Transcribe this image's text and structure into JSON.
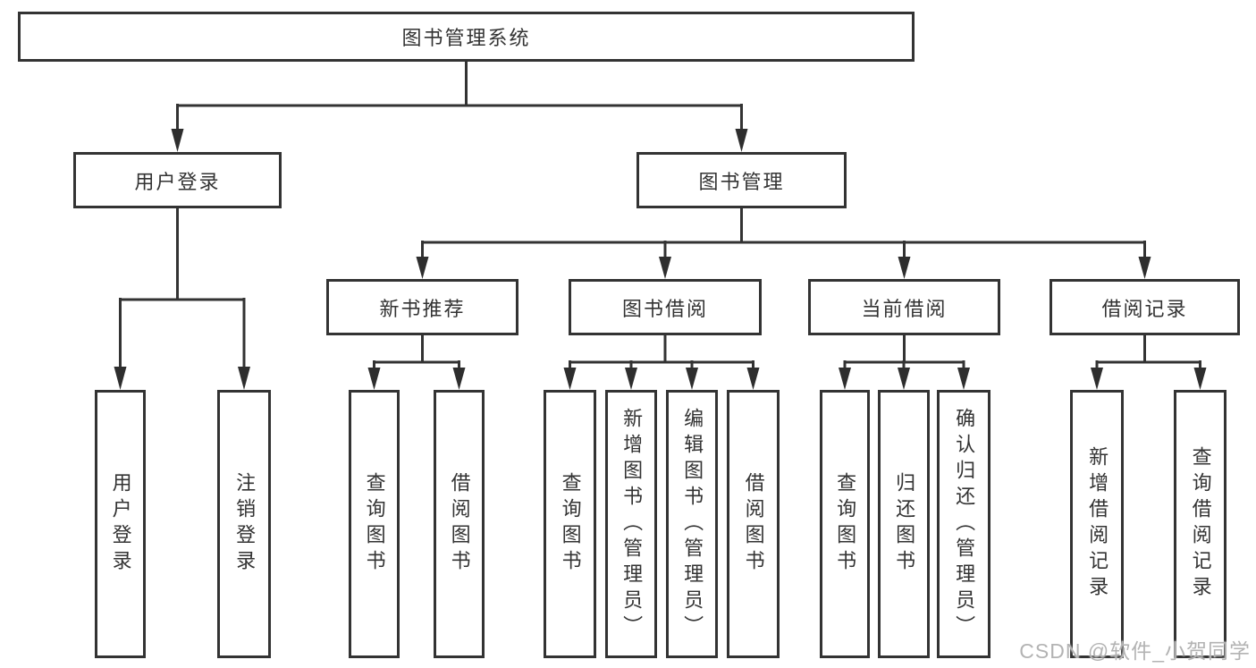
{
  "diagram": {
    "tree": {
      "label": "图书管理系统",
      "children": [
        {
          "label": "用户登录",
          "children": [
            {
              "label": "用户登录"
            },
            {
              "label": "注销登录"
            }
          ]
        },
        {
          "label": "图书管理",
          "children": [
            {
              "label": "新书推荐",
              "children": [
                {
                  "label": "查询图书"
                },
                {
                  "label": "借阅图书"
                }
              ]
            },
            {
              "label": "图书借阅",
              "children": [
                {
                  "label": "查询图书"
                },
                {
                  "label": "新增图书（管理员）"
                },
                {
                  "label": "编辑图书（管理员）"
                },
                {
                  "label": "借阅图书"
                }
              ]
            },
            {
              "label": "当前借阅",
              "children": [
                {
                  "label": "查询图书"
                },
                {
                  "label": "归还图书"
                },
                {
                  "label": "确认归还（管理员）"
                }
              ]
            },
            {
              "label": "借阅记录",
              "children": [
                {
                  "label": "新增借阅记录"
                },
                {
                  "label": "查询借阅记录"
                }
              ]
            }
          ]
        }
      ]
    },
    "watermark": "CSDN @软件_小贺同学",
    "colors": {
      "line": "#333333",
      "box_border": "#333333",
      "box_fill": "#ffffff",
      "text": "#333333",
      "watermark": "#b3b3b3",
      "background": "#ffffff"
    }
  }
}
